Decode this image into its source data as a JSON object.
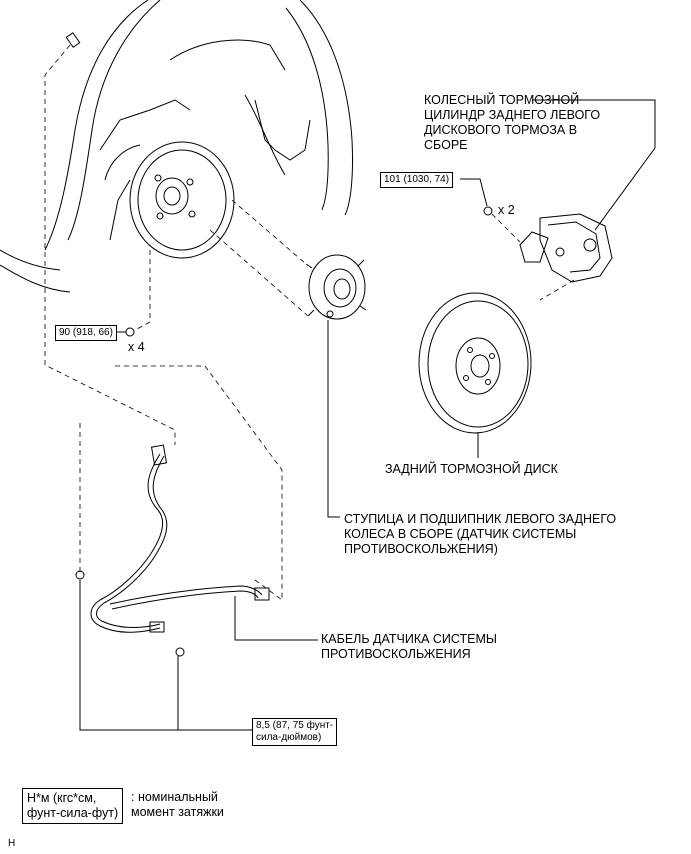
{
  "labels": {
    "caliper": "КОЛЕСНЫЙ ТОРМОЗНОЙ\nЦИЛИНДР ЗАДНЕГО ЛЕВОГО\nДИСКОВОГО ТОРМОЗА В\nСБОРЕ",
    "disc": "ЗАДНИЙ ТОРМОЗНОЙ ДИСК",
    "hub": "СТУПИЦА И ПОДШИПНИК ЛЕВОГО ЗАДНЕГО\nКОЛЕСА В СБОРЕ (ДАТЧИК СИСТЕМЫ\nПРОТИВОСКОЛЬЖЕНИЯ)",
    "sensor_cable": "КАБЕЛЬ ДАТЧИКА СИСТЕМЫ\nПРОТИВОСКОЛЬЖЕНИЯ"
  },
  "torques": {
    "caliper_bolt": "101 (1030, 74)",
    "hub_bolt": "90 (918, 66)",
    "cable_bolt": "8,5 (87, 75 фунт-\nсила-дюймов)"
  },
  "quantities": {
    "caliper_bolt": "x 2",
    "hub_bolt": "x 4"
  },
  "legend": {
    "box": "Н*м (кгс*см,\nфунт-сила-фут)",
    "description": ": номинальный\nмомент затяжки"
  },
  "drawing_code": "H"
}
